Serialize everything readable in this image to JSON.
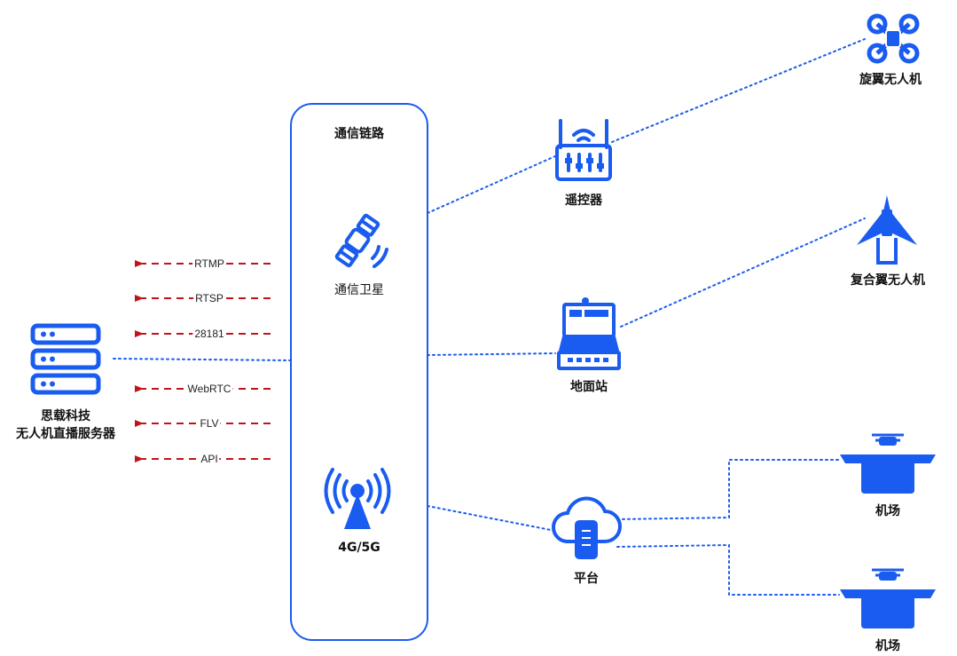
{
  "colors": {
    "blue": "#1a5cf0",
    "red_arrow": "#c0141a",
    "text": "#111111",
    "border": "#1a5cf0"
  },
  "server": {
    "line1": "思载科技",
    "line2": "无人机直播服务器",
    "icon": "server-icon"
  },
  "protocols": [
    "RTMP",
    "RTSP",
    "28181",
    "WebRTC",
    "FLV",
    "API"
  ],
  "link_box": {
    "title": "通信链路"
  },
  "satellite": {
    "label": "通信卫星",
    "icon": "satellite-icon"
  },
  "cellular": {
    "label": "4G/5G",
    "icon": "antenna-icon"
  },
  "remote": {
    "label": "遥控器",
    "icon": "remote-controller-icon"
  },
  "ground": {
    "label": "地面站",
    "icon": "ground-station-icon"
  },
  "platform": {
    "label": "平台",
    "icon": "cloud-platform-icon"
  },
  "rotor_drone": {
    "label": "旋翼无人机",
    "icon": "quadcopter-icon"
  },
  "hybrid_drone": {
    "label": "复合翼无人机",
    "icon": "fixed-wing-icon"
  },
  "docks": [
    {
      "label": "机场",
      "icon": "drone-dock-icon"
    },
    {
      "label": "机场",
      "icon": "drone-dock-icon"
    }
  ]
}
